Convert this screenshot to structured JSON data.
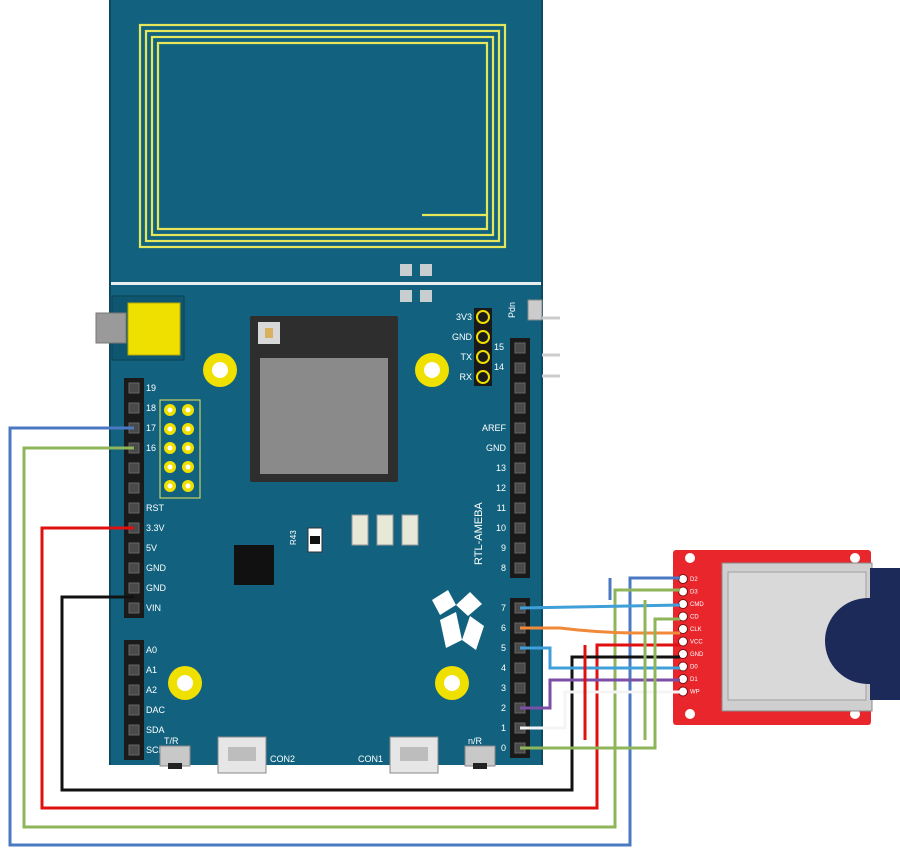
{
  "board": {
    "name": "RTL-AMEBA",
    "resistor_label": "R43",
    "left_header_labels": [
      "19",
      "18",
      "17",
      "16",
      "",
      "",
      "RST",
      "3.3V",
      "5V",
      "GND",
      "GND",
      "VIN"
    ],
    "analog_labels": [
      "A0",
      "A1",
      "A2",
      "DAC",
      "SDA",
      "SCL"
    ],
    "right_top_labels": [
      "AREF",
      "GND",
      "13",
      "12",
      "11",
      "10",
      "9",
      "8"
    ],
    "right_bottom_labels": [
      "7",
      "6",
      "5",
      "4",
      "3",
      "2",
      "1",
      "0"
    ],
    "uart_labels": [
      "3V3",
      "GND",
      "TX",
      "RX"
    ],
    "uart_pin_numbers": [
      "15",
      "14"
    ],
    "pdn_label": "Pdn",
    "usb_labels": [
      "CON2",
      "CON1"
    ],
    "button_labels": [
      "T/R",
      "n/R"
    ]
  },
  "sd_module": {
    "pin_labels": [
      "D2",
      "D3",
      "CMD",
      "CD",
      "CLK",
      "VCC",
      "GND",
      "D0",
      "D1",
      "WP"
    ]
  },
  "colors": {
    "board": "#12627f",
    "antenna": "#e6e65a",
    "sd_board": "#e8262c",
    "wire_blue": "#4a78c2",
    "wire_green": "#8fb55a",
    "wire_red": "#e01010",
    "wire_black": "#111111",
    "wire_cyan": "#3f9fd8",
    "wire_orange": "#f08a3a",
    "wire_purple": "#7b4fa6",
    "wire_white": "#f4f4f4"
  }
}
